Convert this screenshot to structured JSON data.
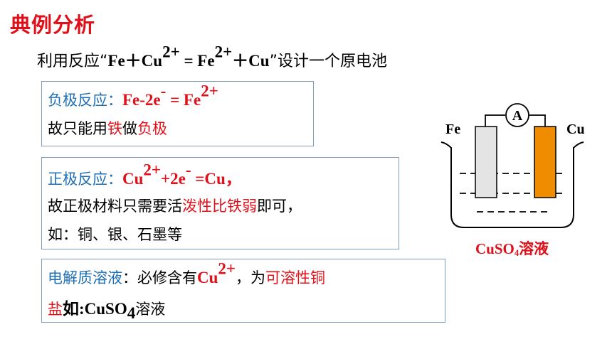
{
  "title": "典例分析",
  "intro": {
    "prefix": "利用反应“",
    "fe": "Fe＋Cu",
    "cu_charge": "2+",
    "eq": " = Fe",
    "fe_charge": "2+",
    "cu": "＋Cu",
    "suffix": "”设计一个原电池"
  },
  "box1": {
    "label": "负极反应：",
    "eq_a": "Fe-2e",
    "eq_minus": "-",
    "eq_b": " = Fe",
    "eq_charge": "2+",
    "line2_a": "故只能用",
    "line2_b": "铁",
    "line2_c": "做",
    "line2_d": "负极"
  },
  "box2": {
    "label": "正极反应：",
    "eq_a": "Cu",
    "eq_charge": "2+",
    "eq_b": "+2e",
    "eq_minus": "-",
    "eq_c": " =Cu，",
    "line2_a": "故正极材料只需要活",
    "line2_b": "泼性比铁弱",
    "line2_c": "即可，",
    "line3": "如：铜、银、石墨等"
  },
  "box3": {
    "label": "电解质溶液",
    "line1_a": "：必修含有",
    "line1_b": "Cu",
    "line1_charge": "2+",
    "line1_c": "，为",
    "line1_d": "可溶性铜",
    "line2_a": "盐",
    "line2_b": "如:CuSO",
    "line2_sub": "4",
    "line2_c": "溶液"
  },
  "diagram": {
    "left_electrode": "Fe",
    "right_electrode": "Cu",
    "ammeter": "A",
    "solution_a": "CuSO",
    "solution_sub": "4",
    "solution_b": "溶液",
    "colors": {
      "fe_electrode": "#e4e4e4",
      "cu_electrode": "#f08c00",
      "accent_red": "#e0101a",
      "accent_blue": "#1f6fb5"
    }
  }
}
